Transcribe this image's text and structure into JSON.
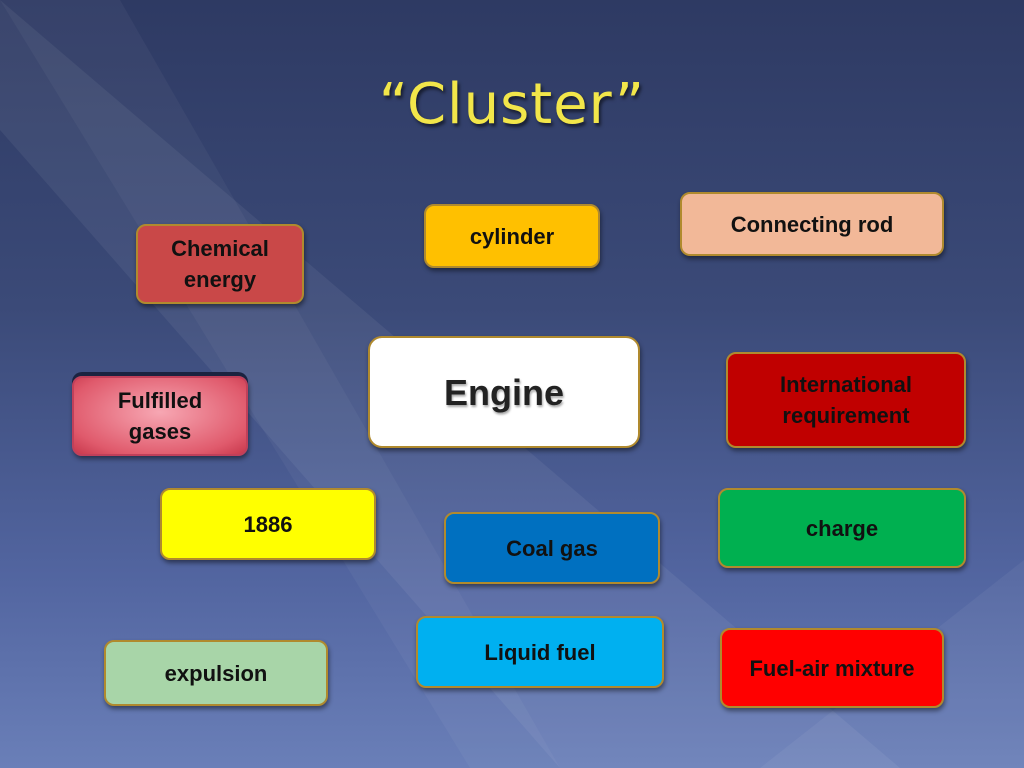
{
  "title": "“Cluster”",
  "center": {
    "label": "Engine",
    "color": "#ffffff"
  },
  "concepts": [
    {
      "id": "chemical-energy",
      "label": "Chemical\nenergy",
      "color": "#c94848"
    },
    {
      "id": "cylinder",
      "label": "cylinder",
      "color": "#ffc000"
    },
    {
      "id": "connecting-rod",
      "label": "Connecting rod",
      "color": "#f2b898"
    },
    {
      "id": "fulfilled-gases",
      "label": "Fulfilled\ngases",
      "color": "#e05a6c"
    },
    {
      "id": "international-requirement",
      "label": "International\nrequirement",
      "color": "#c00000"
    },
    {
      "id": "year-1886",
      "label": "1886",
      "color": "#ffff00"
    },
    {
      "id": "coal-gas",
      "label": "Coal gas",
      "color": "#0070c0"
    },
    {
      "id": "charge",
      "label": "charge",
      "color": "#00b050"
    },
    {
      "id": "expulsion",
      "label": "expulsion",
      "color": "#a8d5a8"
    },
    {
      "id": "liquid-fuel",
      "label": "Liquid fuel",
      "color": "#00b0f0"
    },
    {
      "id": "fuel-air-mixture",
      "label": "Fuel-air mixture",
      "color": "#ff0000"
    }
  ]
}
